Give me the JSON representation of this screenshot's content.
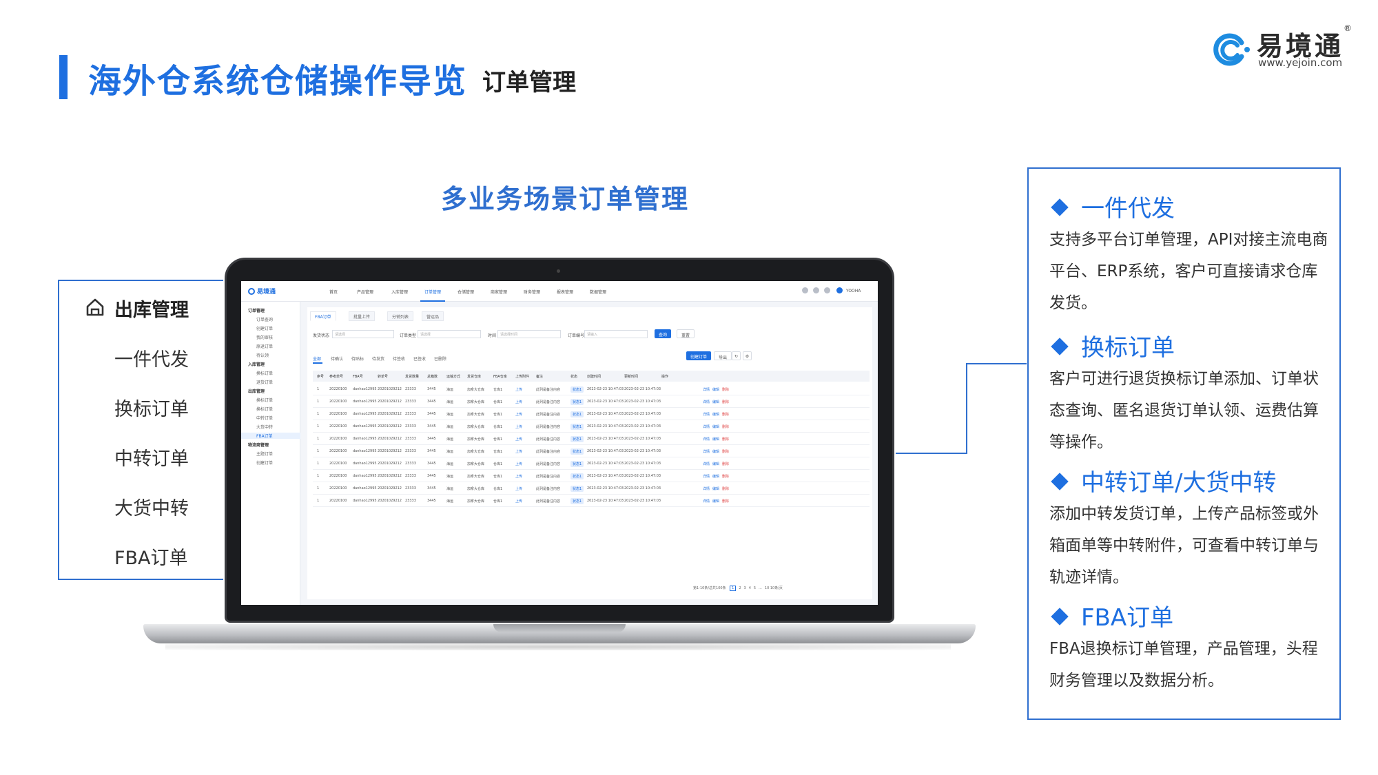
{
  "header": {
    "title": "海外仓系统仓储操作导览",
    "subtitle": "订单管理"
  },
  "logo": {
    "name": "易境通",
    "reg": "®",
    "url": "www.yejoin.com"
  },
  "section_title": "多业务场景订单管理",
  "left_menu": {
    "head": "出库管理",
    "items": [
      "一件代发",
      "换标订单",
      "中转订单",
      "大货中转",
      "FBA订单"
    ]
  },
  "features": [
    {
      "title": "一件代发",
      "desc": "支持多平台订单管理，API对接主流电商平台、ERP系统，客户可直接请求仓库发货。"
    },
    {
      "title": "换标订单",
      "desc": "客户可进行退货换标订单添加、订单状态查询、匿名退货订单认领、运费估算等操作。"
    },
    {
      "title": "中转订单/大货中转",
      "desc": "添加中转发货订单，上传产品标签或外箱面单等中转附件，可查看中转订单与轨迹详情。"
    },
    {
      "title": "FBA订单",
      "desc": "FBA退换标订单管理，产品管理，头程财务管理以及数据分析。"
    }
  ],
  "screen": {
    "logo": "易境通",
    "nav": [
      "首页",
      "产品管理",
      "入库管理",
      "订单管理",
      "仓储管理",
      "商家管理",
      "财务管理",
      "报表管理",
      "数据管理"
    ],
    "nav_active_index": 3,
    "user": "YOOHA",
    "sidebar": [
      {
        "label": "订单管理",
        "group": true
      },
      {
        "label": "订单查询"
      },
      {
        "label": "创建订单"
      },
      {
        "label": "我的审核"
      },
      {
        "label": "原退订单"
      },
      {
        "label": "待认领"
      },
      {
        "label": "入库管理",
        "group": true
      },
      {
        "label": "换标订单"
      },
      {
        "label": "退货订单"
      },
      {
        "label": "出库管理",
        "group": true
      },
      {
        "label": "换标订单"
      },
      {
        "label": "换标订单"
      },
      {
        "label": "中转订单"
      },
      {
        "label": "大货中转"
      },
      {
        "label": "FBA订单",
        "active": true
      },
      {
        "label": "物流商管理",
        "group": true
      },
      {
        "label": "主题订单"
      },
      {
        "label": "创建订单"
      }
    ],
    "tabs": [
      "FBA订单",
      "批量上传",
      "分销列表",
      "营运品"
    ],
    "filters": [
      {
        "label": "发货状态",
        "placeholder": "请选择"
      },
      {
        "label": "订单类型",
        "placeholder": "请选择"
      },
      {
        "label": "时间",
        "placeholder": "请选择时间"
      },
      {
        "label": "订单编号",
        "placeholder": "请输入"
      }
    ],
    "search_label": "查询",
    "reset_label": "重置",
    "create_label": "创建订单",
    "export_label": "导出",
    "status_tabs": [
      "全部",
      "待确认",
      "待贴标",
      "待发货",
      "待签收",
      "已签收",
      "已删除"
    ],
    "columns": [
      "序号",
      "参考单号",
      "FBA号",
      "转单号",
      "发货数量",
      "总箱数",
      "运输方式",
      "发货仓库",
      "FBA仓库",
      "上传附件",
      "备注",
      "状态",
      "创建时间",
      "更新时间",
      "操作"
    ],
    "row": {
      "seq": "1",
      "ref": "20220100",
      "fba": "danhao12995",
      "transfer": "20201029212",
      "qty": "23333",
      "boxes": "3445",
      "mode": "海运",
      "warehouse": "加拿大仓库",
      "fba_wh": "仓库1",
      "upload": "上传",
      "note": "此列是备注内容",
      "status": "状态1",
      "created": "2023-02-23 10:47:03",
      "updated": "2023-02-23 10:47:03",
      "op_detail": "详情",
      "op_edit": "编辑",
      "op_delete": "删除"
    },
    "row_count": 10,
    "pager": {
      "summary": "第1-10条/总共100条",
      "pages": [
        "1",
        "2",
        "3",
        "4",
        "5",
        "...",
        "10"
      ],
      "current": "1",
      "size": "10条/页"
    }
  },
  "colors": {
    "accent": "#1e6fe0",
    "frame": "#2f6fcf",
    "danger": "#e04848"
  }
}
